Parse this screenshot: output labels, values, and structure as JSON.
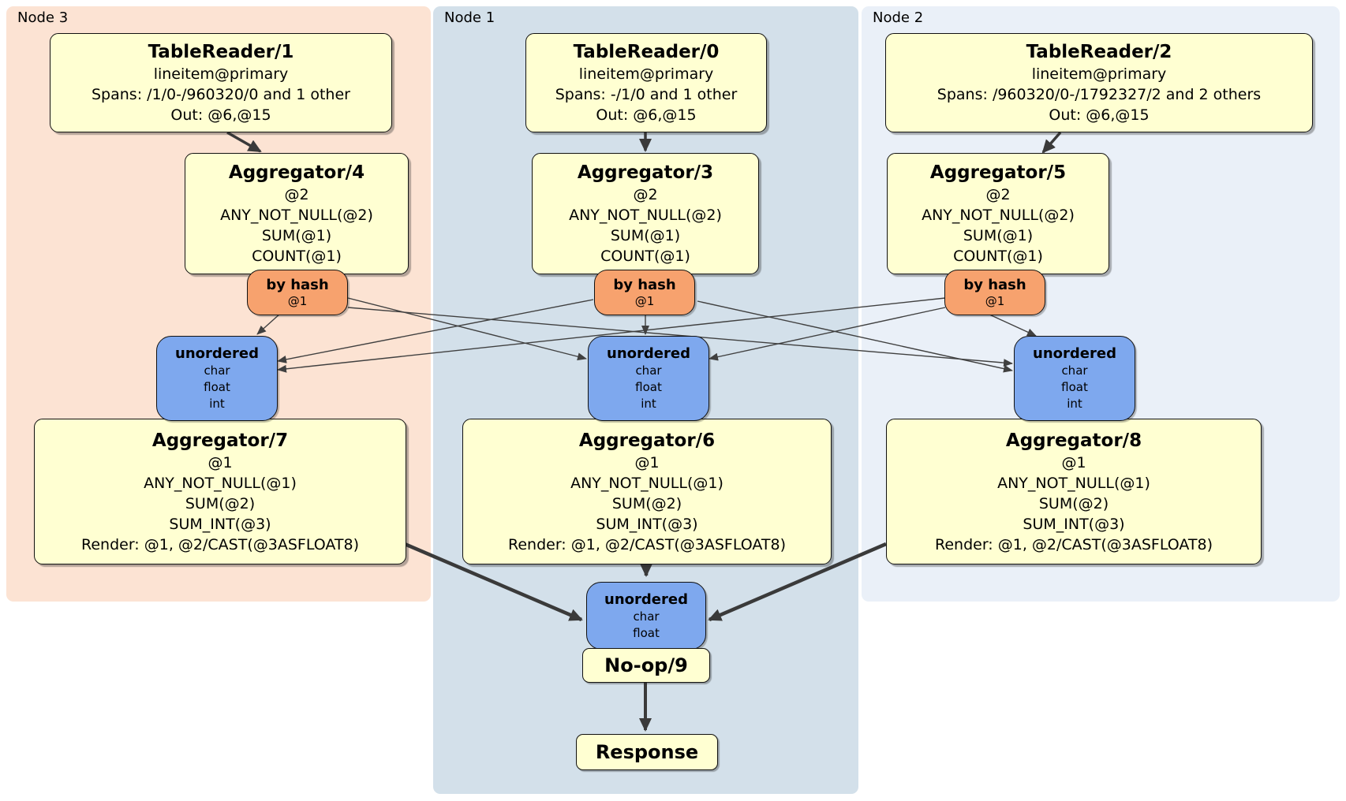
{
  "regions": [
    {
      "id": "node3",
      "label": "Node 3",
      "color": "#fce3d3"
    },
    {
      "id": "node1",
      "label": "Node 1",
      "color": "#d3e0ea"
    },
    {
      "id": "node2",
      "label": "Node 2",
      "color": "#eaf0f8"
    }
  ],
  "processors": {
    "tablereader1": {
      "title": "TableReader/1",
      "lines": [
        "lineitem@primary",
        "Spans: /1/0-/960320/0 and 1 other",
        "Out: @6,@15"
      ]
    },
    "tablereader0": {
      "title": "TableReader/0",
      "lines": [
        "lineitem@primary",
        "Spans: -/1/0 and 1 other",
        "Out: @6,@15"
      ]
    },
    "tablereader2": {
      "title": "TableReader/2",
      "lines": [
        "lineitem@primary",
        "Spans: /960320/0-/1792327/2 and 2 others",
        "Out: @6,@15"
      ]
    },
    "aggregator4": {
      "title": "Aggregator/4",
      "lines": [
        "@2",
        "ANY_NOT_NULL(@2)",
        "SUM(@1)",
        "COUNT(@1)"
      ]
    },
    "aggregator3": {
      "title": "Aggregator/3",
      "lines": [
        "@2",
        "ANY_NOT_NULL(@2)",
        "SUM(@1)",
        "COUNT(@1)"
      ]
    },
    "aggregator5": {
      "title": "Aggregator/5",
      "lines": [
        "@2",
        "ANY_NOT_NULL(@2)",
        "SUM(@1)",
        "COUNT(@1)"
      ]
    },
    "aggregator7": {
      "title": "Aggregator/7",
      "lines": [
        "@1",
        "ANY_NOT_NULL(@1)",
        "SUM(@2)",
        "SUM_INT(@3)",
        "Render: @1, @2/CAST(@3ASFLOAT8)"
      ]
    },
    "aggregator6": {
      "title": "Aggregator/6",
      "lines": [
        "@1",
        "ANY_NOT_NULL(@1)",
        "SUM(@2)",
        "SUM_INT(@3)",
        "Render: @1, @2/CAST(@3ASFLOAT8)"
      ]
    },
    "aggregator8": {
      "title": "Aggregator/8",
      "lines": [
        "@1",
        "ANY_NOT_NULL(@1)",
        "SUM(@2)",
        "SUM_INT(@3)",
        "Render: @1, @2/CAST(@3ASFLOAT8)"
      ]
    },
    "noop": {
      "title": "No-op/9"
    },
    "response": {
      "title": "Response"
    }
  },
  "routers": {
    "hash4": {
      "label": "by hash",
      "detail": "@1"
    },
    "hash3": {
      "label": "by hash",
      "detail": "@1"
    },
    "hash5": {
      "label": "by hash",
      "detail": "@1"
    }
  },
  "synchronizers": {
    "unordered7": {
      "label": "unordered",
      "lines": [
        "char",
        "float",
        "int"
      ]
    },
    "unordered6": {
      "label": "unordered",
      "lines": [
        "char",
        "float",
        "int"
      ]
    },
    "unordered8": {
      "label": "unordered",
      "lines": [
        "char",
        "float",
        "int"
      ]
    },
    "unordered9": {
      "label": "unordered",
      "lines": [
        "char",
        "float"
      ]
    }
  },
  "colors": {
    "node3_bg": "#fce3d3",
    "node1_bg": "#d3e0ea",
    "node2_bg": "#eaf0f8",
    "processor_fill": "#ffffd2",
    "router_fill": "#f7a26e",
    "sync_fill": "#7ea8ee",
    "edge": "#404040"
  }
}
